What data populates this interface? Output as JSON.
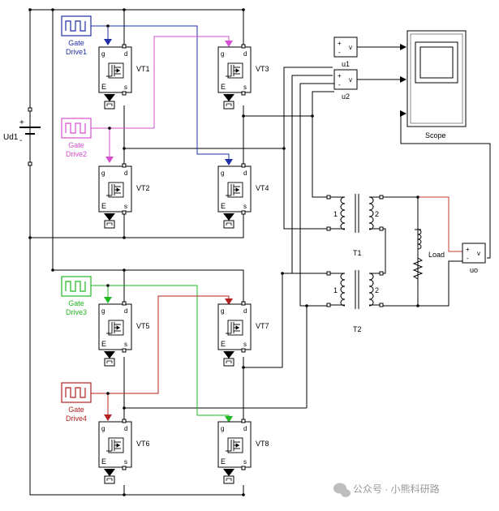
{
  "source": {
    "label": "Ud1",
    "plus": "+",
    "minus": "-"
  },
  "gate_drives": [
    {
      "line1": "Gate",
      "line2": "Drive1",
      "color": "#1f2fa8"
    },
    {
      "line1": "Gate",
      "line2": "Drive2",
      "color": "#d64fd0"
    },
    {
      "line1": "Gate",
      "line2": "Drive3",
      "color": "#22b822"
    },
    {
      "line1": "Gate",
      "line2": "Drive4",
      "color": "#b22222"
    }
  ],
  "switches": [
    "VT1",
    "VT2",
    "VT3",
    "VT4",
    "VT5",
    "VT6",
    "VT7",
    "VT8"
  ],
  "pin_labels": {
    "g": "g",
    "d": "d",
    "s": "s",
    "E": "E"
  },
  "voltmeters": [
    {
      "label": "u1",
      "plus": "+",
      "minus": "-",
      "v": "v"
    },
    {
      "label": "u2",
      "plus": "+",
      "minus": "-",
      "v": "v"
    },
    {
      "label": "uo",
      "plus": "+",
      "minus": "-",
      "v": "v"
    }
  ],
  "scope": {
    "label": "Scope"
  },
  "transformers": [
    {
      "label": "T1",
      "primary": "1",
      "secondary": "2"
    },
    {
      "label": "T2",
      "primary": "1",
      "secondary": "2"
    }
  ],
  "load": {
    "label": "Load"
  },
  "watermark": {
    "text": "公众号 · 小熊科研路"
  },
  "colors": {
    "wire": "#000000",
    "load_wire": "#c0392b"
  }
}
